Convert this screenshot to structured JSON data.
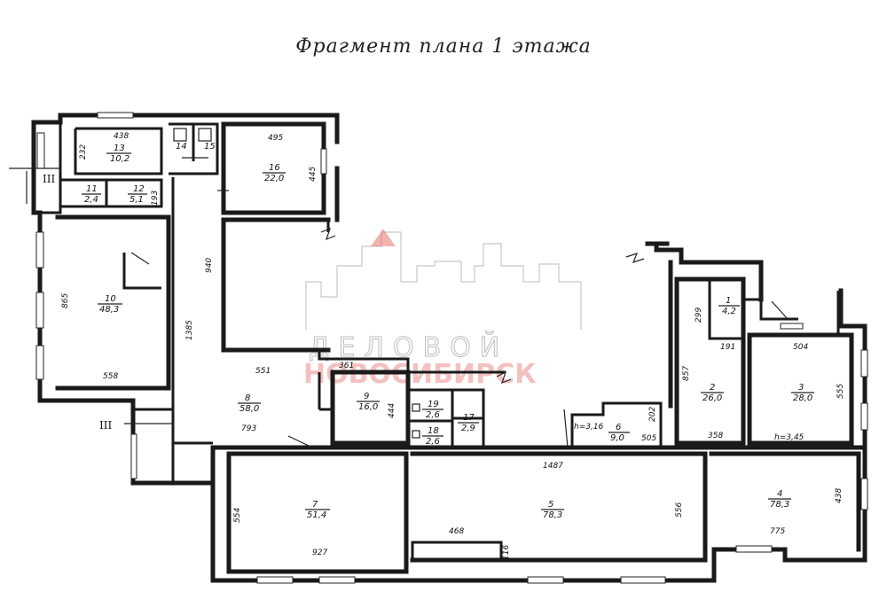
{
  "title": "Фрагмент плана 1 этажа",
  "watermark": {
    "line1": "ДЕЛОВОЙ",
    "line2": "НОВОСИБИРСК",
    "accent_color": "#e57373"
  },
  "section_marks": [
    "III",
    "III"
  ],
  "rooms": [
    {
      "id": "1",
      "num": "1",
      "area": "4,2"
    },
    {
      "id": "2",
      "num": "2",
      "area": "26,0"
    },
    {
      "id": "3",
      "num": "3",
      "area": "28,0"
    },
    {
      "id": "4",
      "num": "4",
      "area": "78,3"
    },
    {
      "id": "5",
      "num": "5",
      "area": "78,3"
    },
    {
      "id": "6",
      "num": "6",
      "area": "9,0"
    },
    {
      "id": "7",
      "num": "7",
      "area": "51,4"
    },
    {
      "id": "8",
      "num": "8",
      "area": "58,0"
    },
    {
      "id": "9",
      "num": "9",
      "area": "16,0"
    },
    {
      "id": "10",
      "num": "10",
      "area": "48,3"
    },
    {
      "id": "11",
      "num": "11",
      "area": "2,4"
    },
    {
      "id": "12",
      "num": "12",
      "area": "5,1"
    },
    {
      "id": "13",
      "num": "13",
      "area": "10,2"
    },
    {
      "id": "14",
      "num": "14",
      "area": ""
    },
    {
      "id": "15",
      "num": "15",
      "area": ""
    },
    {
      "id": "16",
      "num": "16",
      "area": "22,0"
    },
    {
      "id": "17",
      "num": "17",
      "area": "2,9"
    },
    {
      "id": "18",
      "num": "18",
      "area": "2,6"
    },
    {
      "id": "19",
      "num": "19",
      "area": "2,6"
    }
  ],
  "heights": [
    "h=3,16",
    "h=3,45"
  ],
  "dimensions": [
    "438",
    "232",
    "193",
    "495",
    "445",
    "940",
    "865",
    "558",
    "1385",
    "551",
    "361",
    "444",
    "793",
    "299",
    "191",
    "504",
    "857",
    "555",
    "202",
    "505",
    "358",
    "1487",
    "554",
    "927",
    "468",
    "116",
    "556",
    "438",
    "775"
  ]
}
